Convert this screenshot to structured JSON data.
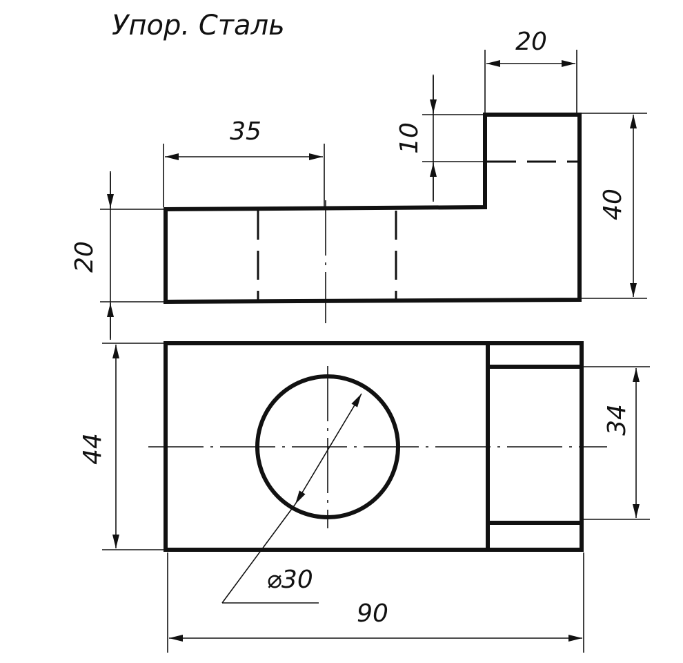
{
  "title": "Упор. Сталь",
  "dimensions": {
    "d35": "35",
    "d20_top": "20",
    "d10": "10",
    "d40": "40",
    "d20_left": "20",
    "d44": "44",
    "d34": "34",
    "d30": "⌀30",
    "d90": "90"
  },
  "colors": {
    "line": "#111111",
    "background": "#ffffff"
  }
}
